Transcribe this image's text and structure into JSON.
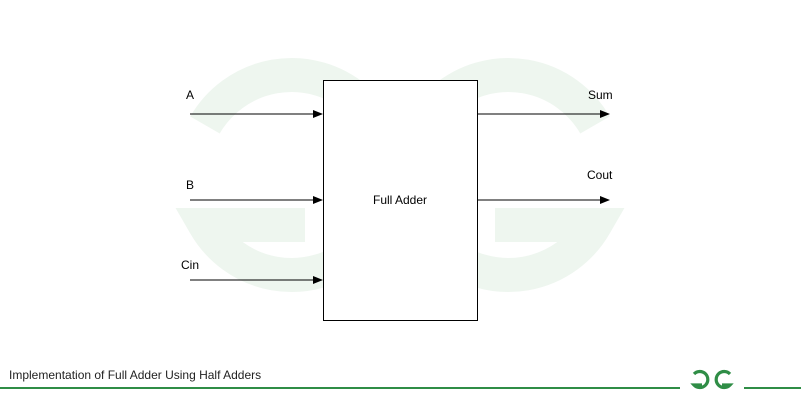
{
  "diagram": {
    "block_label": "Full Adder",
    "inputs": [
      "A",
      "B",
      "Cin"
    ],
    "outputs": [
      "Sum",
      "Cout"
    ]
  },
  "footer": {
    "caption": "Implementation of Full Adder Using Half Adders",
    "logo_icon": "gfg-logo-icon",
    "accent_color": "#2f8d46"
  },
  "watermark": {
    "icon": "gfg-watermark-icon",
    "color": "#eef6ef"
  }
}
